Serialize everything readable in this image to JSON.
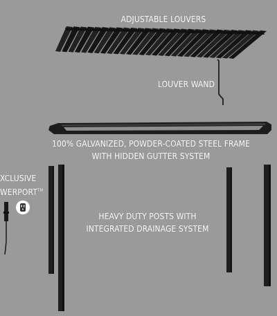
{
  "labels": {
    "louvers": "ADJUSTABLE LOUVERS",
    "wand": "LOUVER WAND",
    "frame_line1": "100% GALVANIZED, POWDER-COATED STEEL FRAME",
    "frame_line2": "WITH HIDDEN GUTTER SYSTEM",
    "posts_line1": "HEAVY DUTY POSTS WITH",
    "posts_line2": "INTEGRATED DRAINAGE SYSTEM",
    "powerport_line1": "XCLUSIVE",
    "powerport_line2": "WERPORT",
    "trademark": "TM"
  },
  "icons": {
    "outlet": "power-outlet-icon"
  },
  "colors": {
    "background": "#9a9a9a",
    "part": "#1f1f1f",
    "label": "#ffffff"
  }
}
